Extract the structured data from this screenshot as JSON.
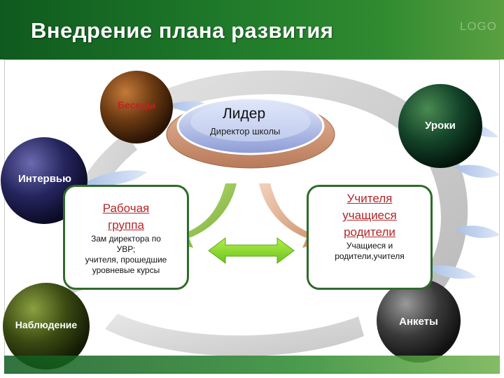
{
  "slide": {
    "title": "Внедрение плана развития",
    "logo": "LOGO"
  },
  "leader": {
    "title": "Лидер",
    "subtitle": "Директор школы"
  },
  "spheres": {
    "talks": "Беседы",
    "lessons": "Уроки",
    "interview": "Интервью",
    "observation": "Наблюдение",
    "surveys": "Анкеты"
  },
  "left_box": {
    "title_line1": "Рабочая",
    "title_line2": "группа",
    "subtitle": "Зам директора по\nУВР;\nучителя, прошедшие\nуровневые курсы"
  },
  "right_box": {
    "title_line1": "Учителя",
    "title_line2": "учащиеся",
    "title_line3": "родители",
    "subtitle": "Учащиеся и\nродители,учителя"
  },
  "colors": {
    "header_green": "#1f7a2a",
    "box_title_red": "#b2262a",
    "box_border": "#2f6b2a",
    "arrow_green": "#8fc93a",
    "arrow_orange": "#d9a07a"
  }
}
